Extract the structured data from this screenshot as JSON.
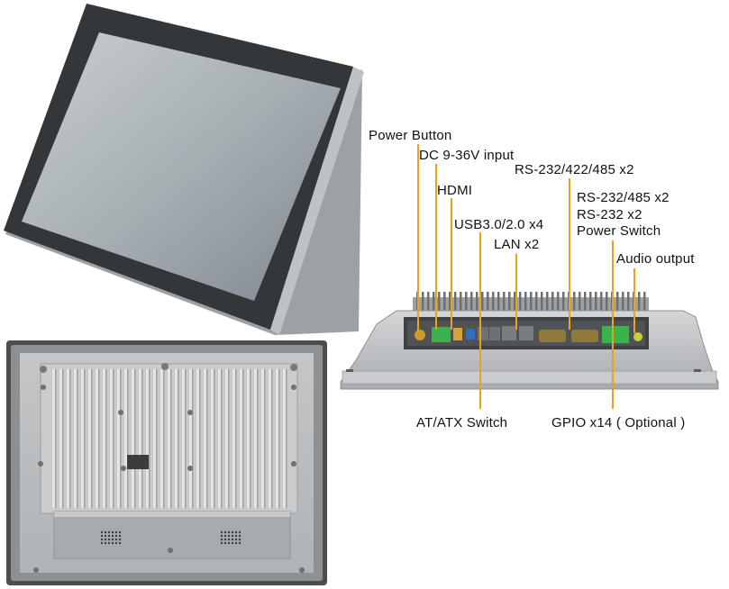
{
  "callouts": {
    "power_button": "Power Button",
    "dc_input": "DC 9-36V input",
    "rs232_422_485": "RS-232/422/485 x2",
    "hdmi": "HDMI",
    "rs232_485": "RS-232/485 x2",
    "rs232": "RS-232 x2",
    "usb": "USB3.0/2.0 x4",
    "power_switch": "Power Switch",
    "lan": "LAN x2",
    "audio_output": "Audio output",
    "at_atx_switch": "AT/ATX Switch",
    "gpio": "GPIO x14 ( Optional )"
  },
  "colors": {
    "leader_line": "#e8a317",
    "bezel": "#3a3d40",
    "screen": "#8e979d",
    "chassis": "#b9bcbe",
    "terminal_green": "#3bb34a"
  }
}
